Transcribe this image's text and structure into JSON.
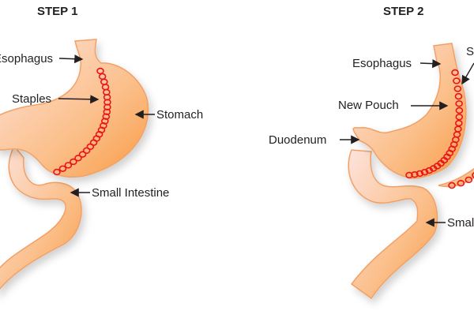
{
  "step1": {
    "title": "STEP 1",
    "labels": {
      "esophagus": "Esophagus",
      "staples": "Staples",
      "stomach": "Stomach",
      "small_intestine": "Small Intestine"
    }
  },
  "step2": {
    "title": "STEP 2",
    "labels": {
      "esophagus": "Esophagus",
      "staples": "Staples",
      "new_pouch": "New Pouch",
      "duodenum": "Duodenum",
      "small_intestine": "Small Intestine"
    }
  },
  "colors": {
    "organ_light": "#fde0d6",
    "organ_dark": "#f9a252",
    "staple": "#e8141b"
  }
}
